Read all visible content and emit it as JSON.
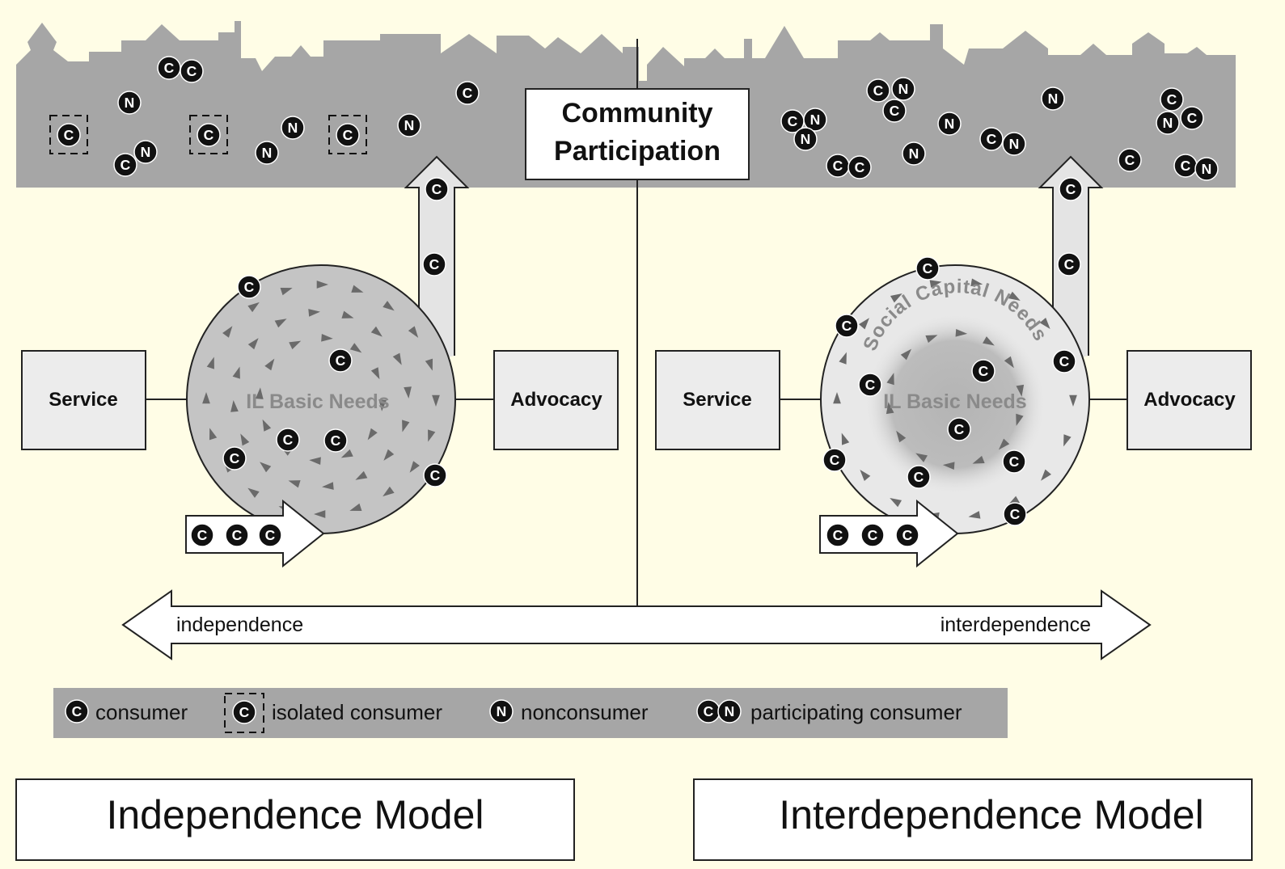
{
  "community": {
    "label_line1": "Community",
    "label_line2": "Participation"
  },
  "left_model": {
    "service": "Service",
    "advocacy": "Advocacy",
    "circle_label": "IL Basic Needs",
    "title": "Independence Model"
  },
  "right_model": {
    "service": "Service",
    "advocacy": "Advocacy",
    "outer_label": "Social Capital Needs",
    "inner_label": "IL Basic Needs",
    "title": "Interdependence Model"
  },
  "continuum": {
    "left": "independence",
    "right": "interdependence"
  },
  "legend": {
    "consumer": "consumer",
    "isolated": "isolated consumer",
    "nonconsumer": "nonconsumer",
    "participating": "participating consumer"
  },
  "markers": {
    "consumer": "C",
    "nonconsumer": "N"
  },
  "colors": {
    "page_bg": "#fffde6",
    "skyline": "#a6a6a6",
    "box_fill": "#ececec",
    "circle_fill": "#c4c4c4",
    "inner_glow": "#b9b9b9",
    "marker_fill": "#111111",
    "label_grey": "#8a8a8a"
  }
}
